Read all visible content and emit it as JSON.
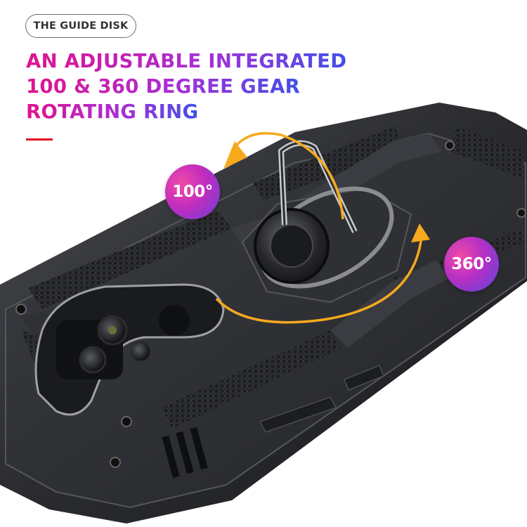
{
  "badge": {
    "label": "THE GUIDE DISK"
  },
  "headline": {
    "lines": [
      "AN ADJUSTABLE INTEGRATED",
      "100 & 360 DEGREE GEAR",
      "ROTATING RING"
    ]
  },
  "callouts": {
    "small_angle": "100°",
    "full_angle": "360°"
  },
  "colors": {
    "headline_gradient_start": "#e1138f",
    "headline_gradient_end": "#4050e8",
    "accent_rule": "#e00f1f",
    "arrow": "#f6a91d",
    "case_body": "#2c2d31"
  },
  "icons": [
    "rotation-arrow-icon",
    "rotation-arrow-icon"
  ]
}
